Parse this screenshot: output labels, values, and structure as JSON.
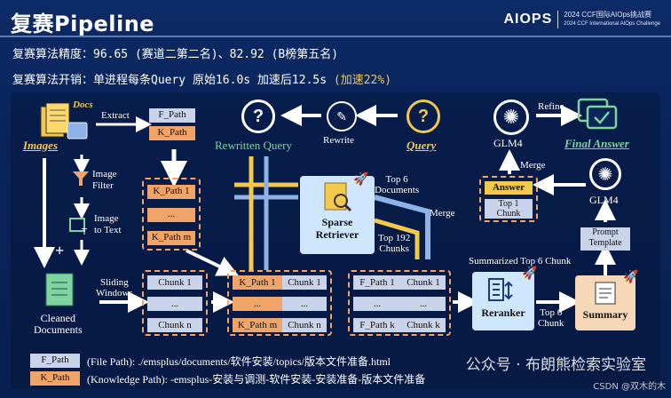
{
  "header": {
    "title": "复赛Pipeline",
    "logo": "AIOPS",
    "logo_cn": "2024 CCF国际AIOps挑战赛",
    "logo_en": "2024 CCF International AIOps Challenge"
  },
  "stats": {
    "accuracy": "复赛算法精度：96.65 (赛道二第二名)、82.92 (B榜第五名)",
    "cost_prefix": "复赛算法开销：单进程每条Query 原始16.0s 加速后12.5s ",
    "cost_highlight": "(加速22%)"
  },
  "diagram": {
    "images": "Images",
    "docs": "Docs",
    "extract": "Extract",
    "image_filter": "Image\nFilter",
    "image_to_text": "Image\nto Text",
    "cleaned": "Cleaned\nDocuments",
    "sliding": "Sliding\nWindows",
    "f_path": "F_Path",
    "k_path": "K_Path",
    "k_path_1": "K_Path 1",
    "ellipsis": "...",
    "k_path_m": "K_Path m",
    "chunk_1": "Chunk 1",
    "chunk_n": "Chunk n",
    "f_path_1": "F_Path 1",
    "f_path_k": "F_Path k",
    "chunk_1_right": "Chunk 1",
    "chunk_k": "Chunk k",
    "rewritten_query": "Rewritten Query",
    "rewrite": "Rewrite",
    "query": "Query",
    "sparse_retriever": "Sparse\nRetriever",
    "top6_docs": "Top 6\nDocuments",
    "top192": "Top 192\nChunks",
    "merge_mid": "Merge",
    "glm4_top": "GLM4",
    "refine": "Refine",
    "final_answer": "Final Answer",
    "merge_right": "Merge",
    "answer": "Answer",
    "top1_chunk": "Top 1\nChunk",
    "glm4_right": "GLM4",
    "prompt_template": "Prompt\nTemplate",
    "summarized": "Summarized Top 6 Chunk",
    "reranker": "Reranker",
    "top6_chunk": "Top 6\nChunk",
    "summary": "Summary"
  },
  "legend": {
    "f_path": "F_Path",
    "f_desc": "(File Path): ./emsplus/documents/软件安装/topics/版本文件准备.html",
    "k_path": "K_Path",
    "k_desc": "(Knowledge Path): -emsplus-安装与调测-软件安装-安装准备-版本文件准备"
  },
  "watermark": "公众号 · 布朗熊检索实验室",
  "csdn": "CSDN @双木的木",
  "colors": {
    "fpath": "#c9d4ea",
    "kpath": "#f0a468",
    "query": "#f2c94c",
    "answer": "#7fd3a0",
    "arrow": "#ffffff",
    "flow_yellow": "#f2c94c",
    "flow_blue": "#8fb3e6"
  }
}
